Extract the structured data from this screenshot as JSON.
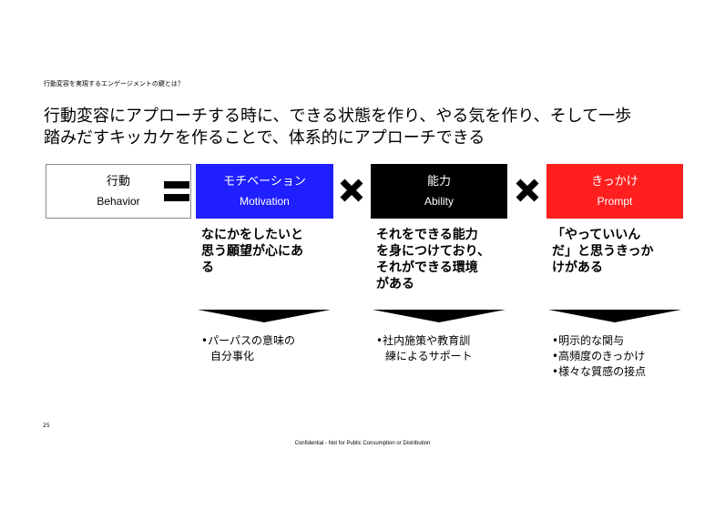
{
  "slide": {
    "breadcrumb": "行動変容を実現するエンゲージメントの鍵とは？",
    "headline_line1": "行動変容にアプローチする時に、できる状態を作り、やる気を作り、そして一歩",
    "headline_line2": "踏みだすキッカケを作ることで、体系的にアプローチできる",
    "page_number": "25",
    "footer": "Confidential - Not for Public Consumption or Distribution"
  },
  "formula": {
    "behavior": {
      "jp": "行動",
      "en": "Behavior"
    },
    "motivation": {
      "jp": "モチベーション",
      "en": "Motivation",
      "color": "#1f1fff"
    },
    "ability": {
      "jp": "能力",
      "en": "Ability",
      "color": "#000000"
    },
    "prompt": {
      "jp": "きっかけ",
      "en": "Prompt",
      "color": "#ff1f1f"
    },
    "equals_icon": "equals-icon",
    "multiply_icon": "multiply-icon"
  },
  "columns": [
    {
      "desc_lines": [
        "なにかをしたいと",
        "思う願望が心にあ",
        "る"
      ],
      "bullets": [
        [
          "•パーパスの意味の",
          "自分事化"
        ]
      ]
    },
    {
      "desc_lines": [
        "それをできる能力",
        "を身につけており、",
        "それができる環境",
        "がある"
      ],
      "bullets": [
        [
          "•社内施策や教育訓",
          "練によるサポート"
        ]
      ]
    },
    {
      "desc_lines": [
        "「やっていいん",
        "だ」と思うきっか",
        "けがある"
      ],
      "bullets": [
        [
          "•明示的な関与"
        ],
        [
          "•高頻度のきっかけ"
        ],
        [
          "•様々な質感の接点"
        ]
      ]
    }
  ]
}
